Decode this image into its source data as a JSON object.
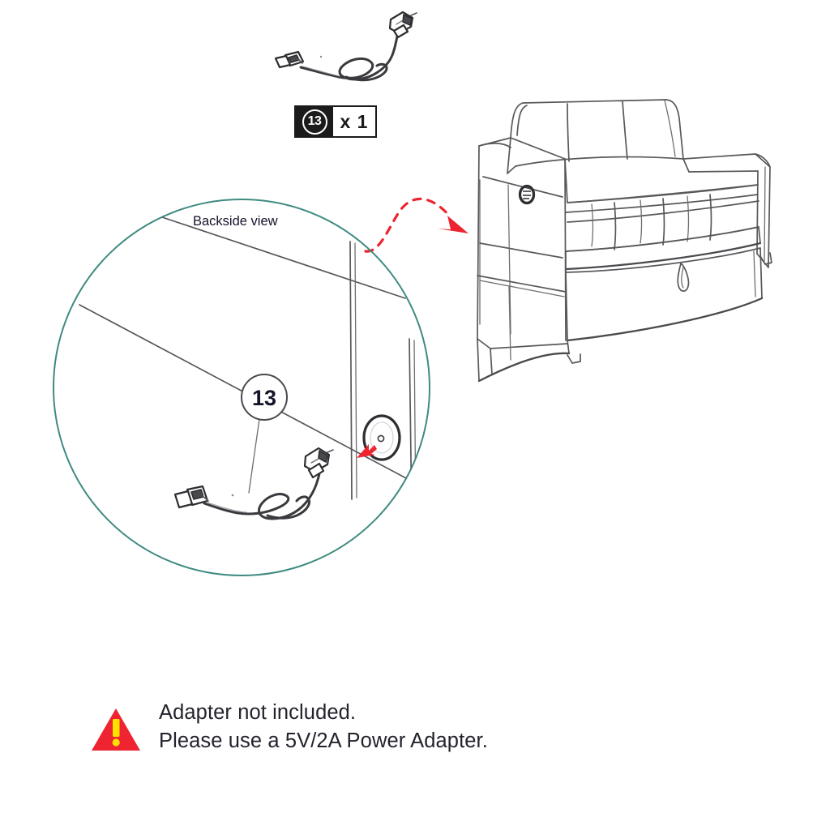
{
  "page": {
    "type": "assembly-instruction-step",
    "background_color": "#ffffff"
  },
  "part": {
    "number": "13",
    "name": "power-cable",
    "quantity_label": "x 1",
    "quantity": 1,
    "box": {
      "badge_background": "#1b1b1b",
      "badge_text_color": "#ffffff",
      "count_text_color": "#1b1b1b"
    }
  },
  "detail_view": {
    "label": "Backside view",
    "callout_number": "13",
    "circle_color": "#3f8b81",
    "port_icon": "power-port-icon",
    "arrow_color": "#ee2430"
  },
  "product": {
    "name": "sleeper-loveseat-sofa",
    "port_icon": "usb-port-icon"
  },
  "connector_arrow": {
    "name": "detail-to-product-arrow",
    "color": "#ee2430",
    "style": "dashed-curved"
  },
  "warning": {
    "icon": "warning-triangle-icon",
    "triangle_color": "#ee2430",
    "exclamation_color": "#ffe000",
    "line1": "Adapter not included.",
    "line2": "Please use a 5V/2A Power Adapter.",
    "text_color": "#23232e"
  }
}
